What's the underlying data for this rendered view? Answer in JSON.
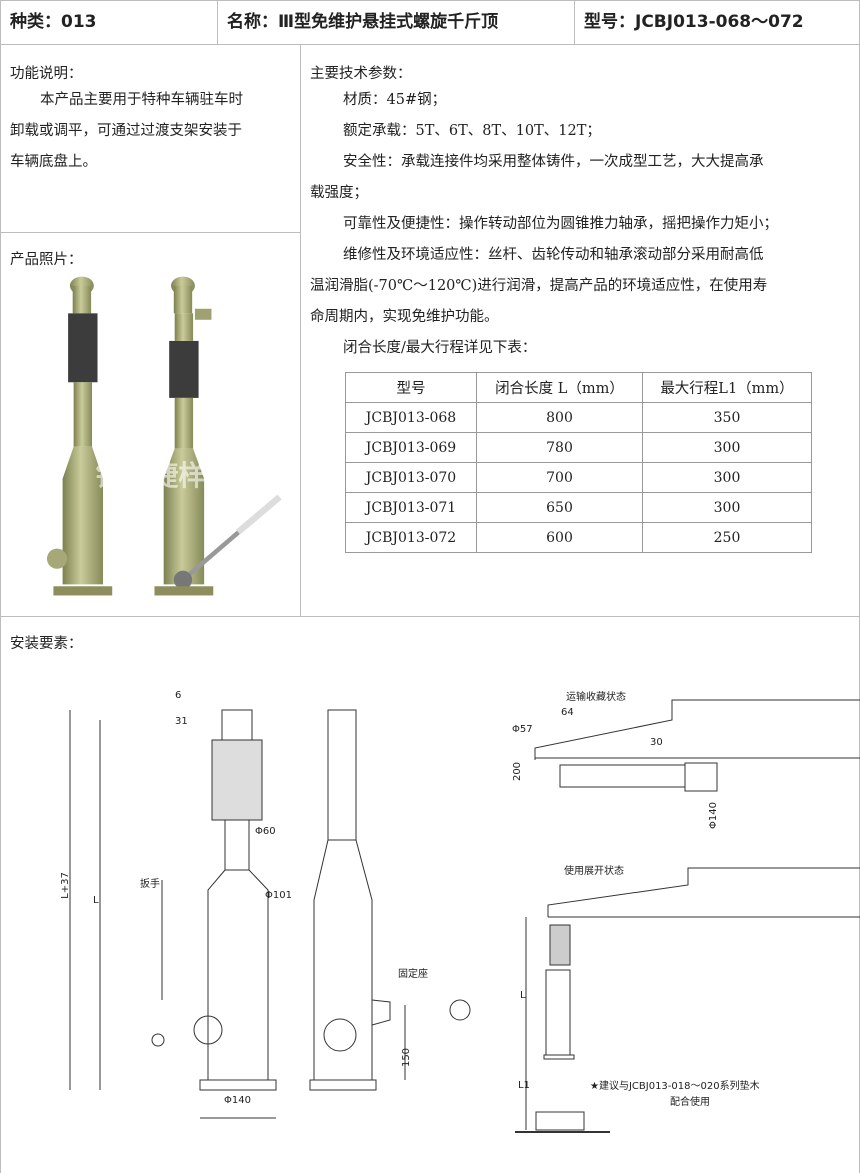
{
  "header": {
    "category": "种类：013",
    "name": "名称：Ⅲ型免维护悬挂式螺旋千斤顶",
    "model": "型号：JCBJ013-068～072"
  },
  "function": {
    "title": "功能说明：",
    "lines": [
      "本产品主要用于特种车辆驻车时",
      "卸载或调平，可通过过渡支架安装于",
      "车辆底盘上。"
    ]
  },
  "photo": {
    "title": "产品照片：",
    "watermark": "镇江捷样"
  },
  "specs": {
    "title": "主要技术参数：",
    "lines": [
      "材质：45#钢；",
      "额定承载：5T、6T、8T、10T、12T；",
      "安全性：承载连接件均采用整体铸件，一次成型工艺，大大提高承",
      "载强度；",
      "可靠性及便捷性：操作转动部位为圆锥推力轴承，摇把操作力矩小；",
      "维修性及环境适应性：丝杆、齿轮传动和轴承滚动部分采用耐高低",
      "温润滑脂(-70℃～120℃)进行润滑，提高产品的环境适应性，在使用寿",
      "命周期内，实现免维护功能。",
      "闭合长度/最大行程详见下表："
    ]
  },
  "table": {
    "headers": [
      "型号",
      "闭合长度 L（mm）",
      "最大行程L1（mm）"
    ],
    "rows": [
      [
        "JCBJ013-068",
        "800",
        "350"
      ],
      [
        "JCBJ013-069",
        "780",
        "300"
      ],
      [
        "JCBJ013-070",
        "700",
        "300"
      ],
      [
        "JCBJ013-071",
        "650",
        "300"
      ],
      [
        "JCBJ013-072",
        "600",
        "250"
      ]
    ]
  },
  "install": {
    "title": "安装要素：",
    "dims": {
      "d6": "6",
      "d31": "31",
      "phi60": "Φ60",
      "phi101": "Φ101",
      "phi140": "Φ140",
      "l37": "L+37",
      "l": "L",
      "h150": "150",
      "wrench": "扳手",
      "mount": "固定座"
    },
    "transport": {
      "title": "运输收藏状态",
      "phi57": "Φ57",
      "d64": "64",
      "d30": "30",
      "d200": "200",
      "phi140": "Φ140"
    },
    "deploy": {
      "title": "使用展开状态",
      "l": "L",
      "l1": "L1",
      "note1": "★建议与JCBJ013-018～020系列垫木",
      "note2": "配合使用"
    }
  }
}
